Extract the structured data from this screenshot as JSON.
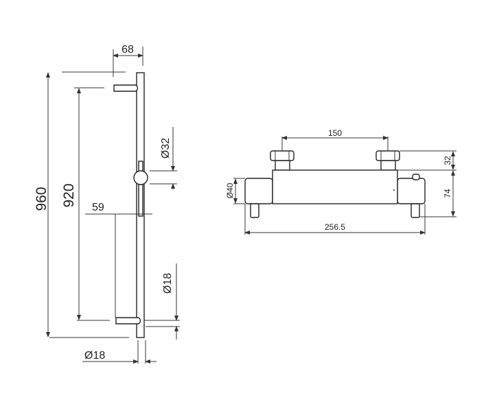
{
  "slide_rail": {
    "width_label": "68",
    "total_height_label": "960",
    "bracket_spacing_label": "920",
    "bracket_offset_label": "59",
    "slider_diameter_label": "Ø32",
    "bracket_diameter_label": "Ø18",
    "rail_diameter_label": "Ø18"
  },
  "thermostatic_bar": {
    "inlet_spacing_label": "150",
    "nut_height_label": "32",
    "body_height_label": "74",
    "cylinder_diameter_label": "Ø40",
    "total_width_label": "256.5"
  }
}
